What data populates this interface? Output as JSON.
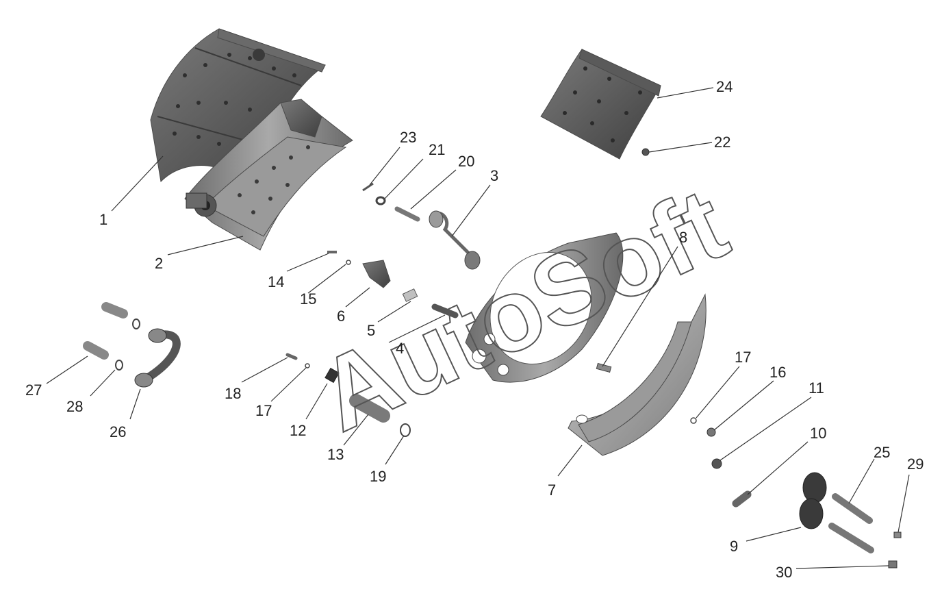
{
  "watermark": "AutoSoft",
  "labels": {
    "l1": "1",
    "l2": "2",
    "l3": "3",
    "l4": "4",
    "l5": "5",
    "l6": "6",
    "l7": "7",
    "l8": "8",
    "l9": "9",
    "l10": "10",
    "l11": "11",
    "l12": "12",
    "l13": "13",
    "l14": "14",
    "l15": "15",
    "l16": "16",
    "l17a": "17",
    "l17b": "17",
    "l18": "18",
    "l19": "19",
    "l20": "20",
    "l21": "21",
    "l22": "22",
    "l23": "23",
    "l24": "24",
    "l25": "25",
    "l26": "26",
    "l27": "27",
    "l28": "28",
    "l29": "29",
    "l30": "30"
  },
  "colors": {
    "metal_dark": "#5e5e5e",
    "metal_mid": "#8a8a8a",
    "metal_light": "#b8b8b8",
    "line": "#333333"
  }
}
